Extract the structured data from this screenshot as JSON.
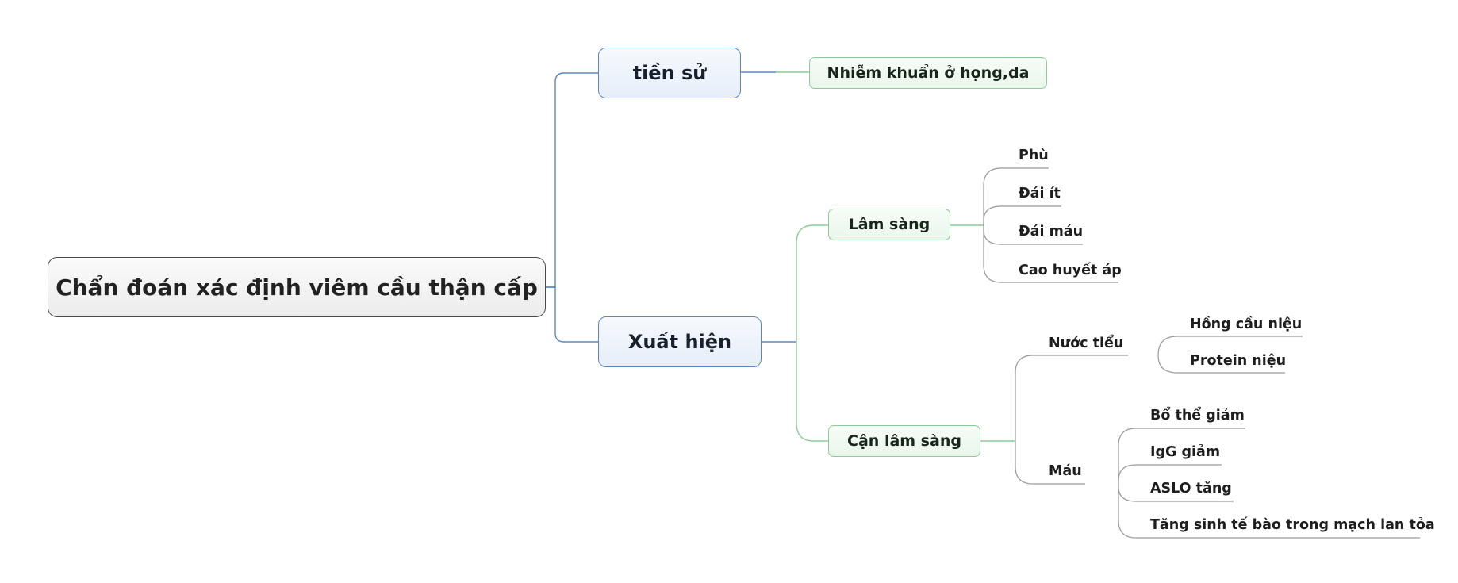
{
  "root": {
    "label": "Chẩn đoán xác định viêm cầu thận cấp"
  },
  "branches": {
    "tien_su": {
      "label": "tiền sử",
      "children": [
        "Nhiễm khuẩn ở họng,da"
      ]
    },
    "xuat_hien": {
      "label": "Xuất hiện",
      "lam_sang": {
        "label": "Lâm sàng",
        "items": [
          "Phù",
          "Đái ít",
          "Đái máu",
          "Cao huyết áp"
        ]
      },
      "can_lam_sang": {
        "label": "Cận lâm sàng",
        "nuoc_tieu": {
          "label": "Nước tiểu",
          "items": [
            "Hồng cầu niệu",
            "Protein niệu"
          ]
        },
        "mau": {
          "label": "Máu",
          "items": [
            "Bổ thể giảm",
            "IgG giảm",
            "ASLO tăng",
            "Tăng sinh tế bào trong mạch lan tỏa"
          ]
        }
      }
    }
  },
  "colors": {
    "root_border": "#4a4a4a",
    "main_border": "#5b86c2",
    "main_line": "#5b86c2",
    "sub_border": "#8ccb95",
    "sub_line": "#8ccb95",
    "leaf_line": "#9a9a9a"
  }
}
